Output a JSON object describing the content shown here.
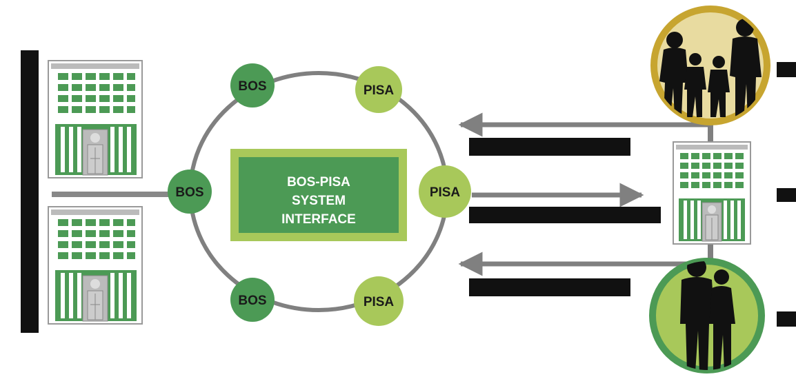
{
  "diagram": {
    "center_box": {
      "line1": "BOS-PISA",
      "line2": "SYSTEM",
      "line3": "INTERFACE"
    },
    "nodes": {
      "top_left": "BOS",
      "top_right": "PISA",
      "middle_left": "BOS",
      "middle_right": "PISA",
      "bottom_left": "BOS",
      "bottom_right": "PISA"
    }
  },
  "colors": {
    "bos_node": "#4c9a55",
    "pisa_node": "#a8c85a",
    "center_outer": "#a8c85a",
    "center_inner": "#4c9a55",
    "building_green": "#4c9a55",
    "ring_grey": "#808080",
    "family_circle": "#e8dba0",
    "family_ring": "#c7a530",
    "couple_circle": "#a8c85a",
    "couple_ring": "#4c9a55"
  }
}
